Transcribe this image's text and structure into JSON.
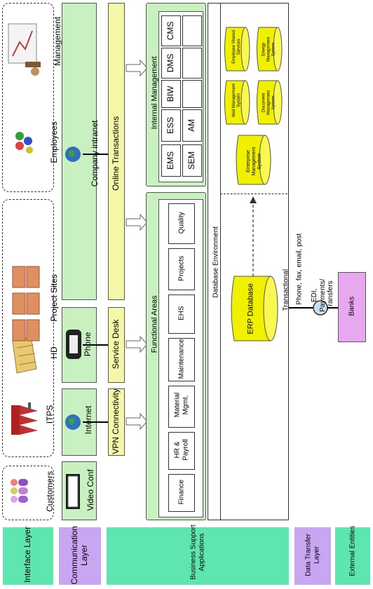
{
  "layers": {
    "interface": "Interface Layer",
    "communication": "Communication Layer",
    "business": "Business Support Applications",
    "data_transfer": "Data Transfer Layer",
    "external": "External Entities"
  },
  "interface_layer": {
    "customers": "Customers",
    "itps": "ITPS",
    "hd": "HD",
    "project_sites": "Project Sites",
    "employees": "Employees",
    "management": "Management"
  },
  "communication_layer": {
    "video_conf": "Video Conf",
    "internet": "Internet",
    "phone": "Phone",
    "company_intranet": "Company intranet"
  },
  "channels": {
    "vpn": "VPN Connectivity",
    "service_desk": "Service Desk",
    "online_transactions": "Online Transactions"
  },
  "functional_areas": {
    "title": "Functional Areas",
    "items": [
      "Finance",
      "HR & Payroll",
      "Material Mgmt.",
      "Maintenance",
      "EHS",
      "Projects",
      "Quality"
    ]
  },
  "internal_management": {
    "title": "Internal Management",
    "grid": [
      [
        "EMS",
        "ESS",
        "BIW",
        "DMS",
        "CMS"
      ],
      [
        "SEM",
        "AM",
        "",
        "",
        ""
      ]
    ]
  },
  "database_environment": {
    "title": "Database Environment",
    "erp": "ERP Database",
    "systems": [
      "Enterprise Management System",
      "Mail Management System",
      "Document Management System",
      "Employee Shared Services",
      "Energy Management System"
    ]
  },
  "data_transfer": {
    "transactional": "Transactional",
    "phone_fax": "Phone, fax, email, post",
    "edi": "EDI, Payments/ Transfers"
  },
  "external": {
    "banks": "Banks"
  },
  "colors": {
    "layer_green": "#5fe6b0",
    "layer_purple": "#c8a6f2",
    "box_green": "#c8f0c0",
    "box_yellow": "#f4f8a8",
    "database_yellow": "#f0f000"
  },
  "icons": [
    "people-icon",
    "factory-icon",
    "warehouse-icon",
    "buildings-icon",
    "people-icon",
    "presentation-icon",
    "monitor-icon",
    "globe-icon",
    "phone-icon"
  ]
}
